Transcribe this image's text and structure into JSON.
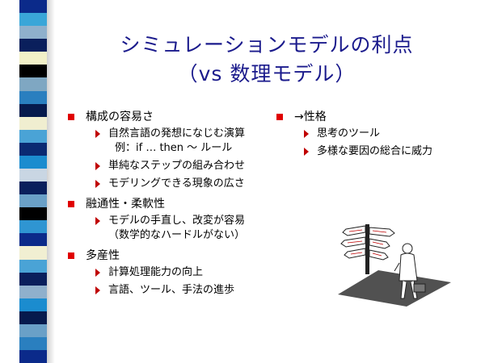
{
  "stripes": [
    "#0b2a8a",
    "#3aa6d8",
    "#8fb0cc",
    "#0a1f5c",
    "#f2f0c8",
    "#000000",
    "#7fa7c2",
    "#2a7fbf",
    "#061a4d",
    "#f0eed0",
    "#4aa3d6",
    "#0a2a72",
    "#1b8ccf",
    "#c9d6e3",
    "#0a1f5c",
    "#6aa0c7",
    "#000000",
    "#2f95d2",
    "#0b2a8a",
    "#f1efd2",
    "#4aa3d6",
    "#0a1f5c",
    "#8fb0cc",
    "#1b8ccf",
    "#061a4d",
    "#6aa0c7",
    "#2a7fbf",
    "#0b2a8a"
  ],
  "title": {
    "line1": "シミュレーションモデルの利点",
    "line2": "（vs 数理モデル）"
  },
  "left_column": {
    "items": [
      {
        "label": "構成の容易さ",
        "subs": [
          {
            "line1": "自然言語の発想になじむ演算",
            "line2": "例：if … then ～ ルール"
          },
          {
            "line1": "単純なステップの組み合わせ",
            "line2": ""
          },
          {
            "line1": "モデリングできる現象の広さ",
            "line2": ""
          }
        ]
      },
      {
        "label": "融通性・柔軟性",
        "subs": [
          {
            "line1": "モデルの手直し、改変が容易",
            "line2": "（数学的なハードルがない）"
          }
        ]
      },
      {
        "label": "多産性",
        "subs": [
          {
            "line1": "計算処理能力の向上",
            "line2": ""
          },
          {
            "line1": "言語、ツール、手法の進歩",
            "line2": ""
          }
        ]
      }
    ]
  },
  "right_column": {
    "label": "→性格",
    "subs": [
      {
        "line1": "思考のツール"
      },
      {
        "line1": "多様な要因の総合に威力"
      }
    ]
  },
  "colors": {
    "title": "#1a1a8c",
    "bullet": "#e00000",
    "arrow": "#c00000"
  }
}
